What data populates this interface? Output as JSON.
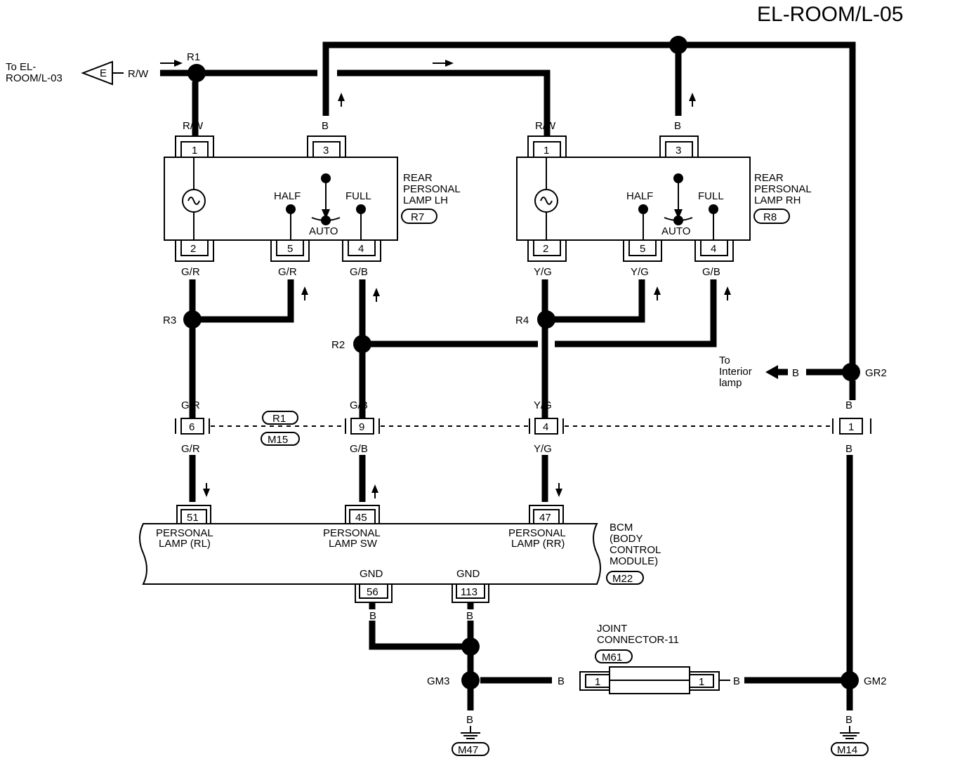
{
  "title": "EL-ROOM/L-05",
  "offpage": {
    "line1": "To EL-",
    "line2": "ROOM/L-03",
    "letter": "E",
    "wire": "R/W"
  },
  "splices": {
    "r1": "R1",
    "r2": "R2",
    "r3": "R3",
    "r4": "R4",
    "gr2": "GR2",
    "gm2": "GM2",
    "gm3": "GM3"
  },
  "lamp_lh": {
    "name1": "REAR",
    "name2": "PERSONAL",
    "name3": "LAMP LH",
    "code": "R7",
    "half": "HALF",
    "full": "FULL",
    "auto": "AUTO",
    "pins": {
      "p1": "1",
      "p3": "3",
      "p2": "2",
      "p5": "5",
      "p4": "4"
    },
    "wires": {
      "top1": "R/W",
      "top3": "B",
      "bot2": "G/R",
      "bot5": "G/R",
      "bot4": "G/B"
    }
  },
  "lamp_rh": {
    "name1": "REAR",
    "name2": "PERSONAL",
    "name3": "LAMP RH",
    "code": "R8",
    "half": "HALF",
    "full": "FULL",
    "auto": "AUTO",
    "pins": {
      "p1": "1",
      "p3": "3",
      "p2": "2",
      "p5": "5",
      "p4": "4"
    },
    "wires": {
      "top1": "R/W",
      "top3": "B",
      "bot2": "Y/G",
      "bot5": "Y/G",
      "bot4": "G/B"
    }
  },
  "interior": {
    "line1": "To",
    "line2": "Interior",
    "line3": "lamp",
    "wire": "B"
  },
  "inline_connector": {
    "code_top": "R1",
    "code_bottom": "M15",
    "pins": {
      "a": "6",
      "b": "9",
      "c": "4",
      "d": "1"
    },
    "wires_above": {
      "a": "G/R",
      "b": "G/B",
      "c": "Y/G",
      "d": "B"
    },
    "wires_below": {
      "a": "G/R",
      "b": "G/B",
      "c": "Y/G",
      "d": "B"
    }
  },
  "bcm": {
    "name1": "BCM",
    "name2": "(BODY",
    "name3": "CONTROL",
    "name4": "MODULE)",
    "code": "M22",
    "pins": {
      "p51": "51",
      "p45": "45",
      "p47": "47",
      "p56": "56",
      "p113": "113"
    },
    "labels": {
      "rl1": "PERSONAL",
      "rl2": "LAMP (RL)",
      "sw1": "PERSONAL",
      "sw2": "LAMP SW",
      "rr1": "PERSONAL",
      "rr2": "LAMP (RR)",
      "gnd1": "GND",
      "gnd2": "GND"
    },
    "wires_below": {
      "w56": "B",
      "w113": "B"
    }
  },
  "joint": {
    "name1": "JOINT",
    "name2": "CONNECTOR-11",
    "code": "M61",
    "pin_left": "1",
    "pin_right": "1",
    "wire_left": "B",
    "wire_right": "B"
  },
  "grounds": {
    "left_code": "M47",
    "left_wire": "B",
    "right_code": "M14",
    "right_wire": "B"
  }
}
